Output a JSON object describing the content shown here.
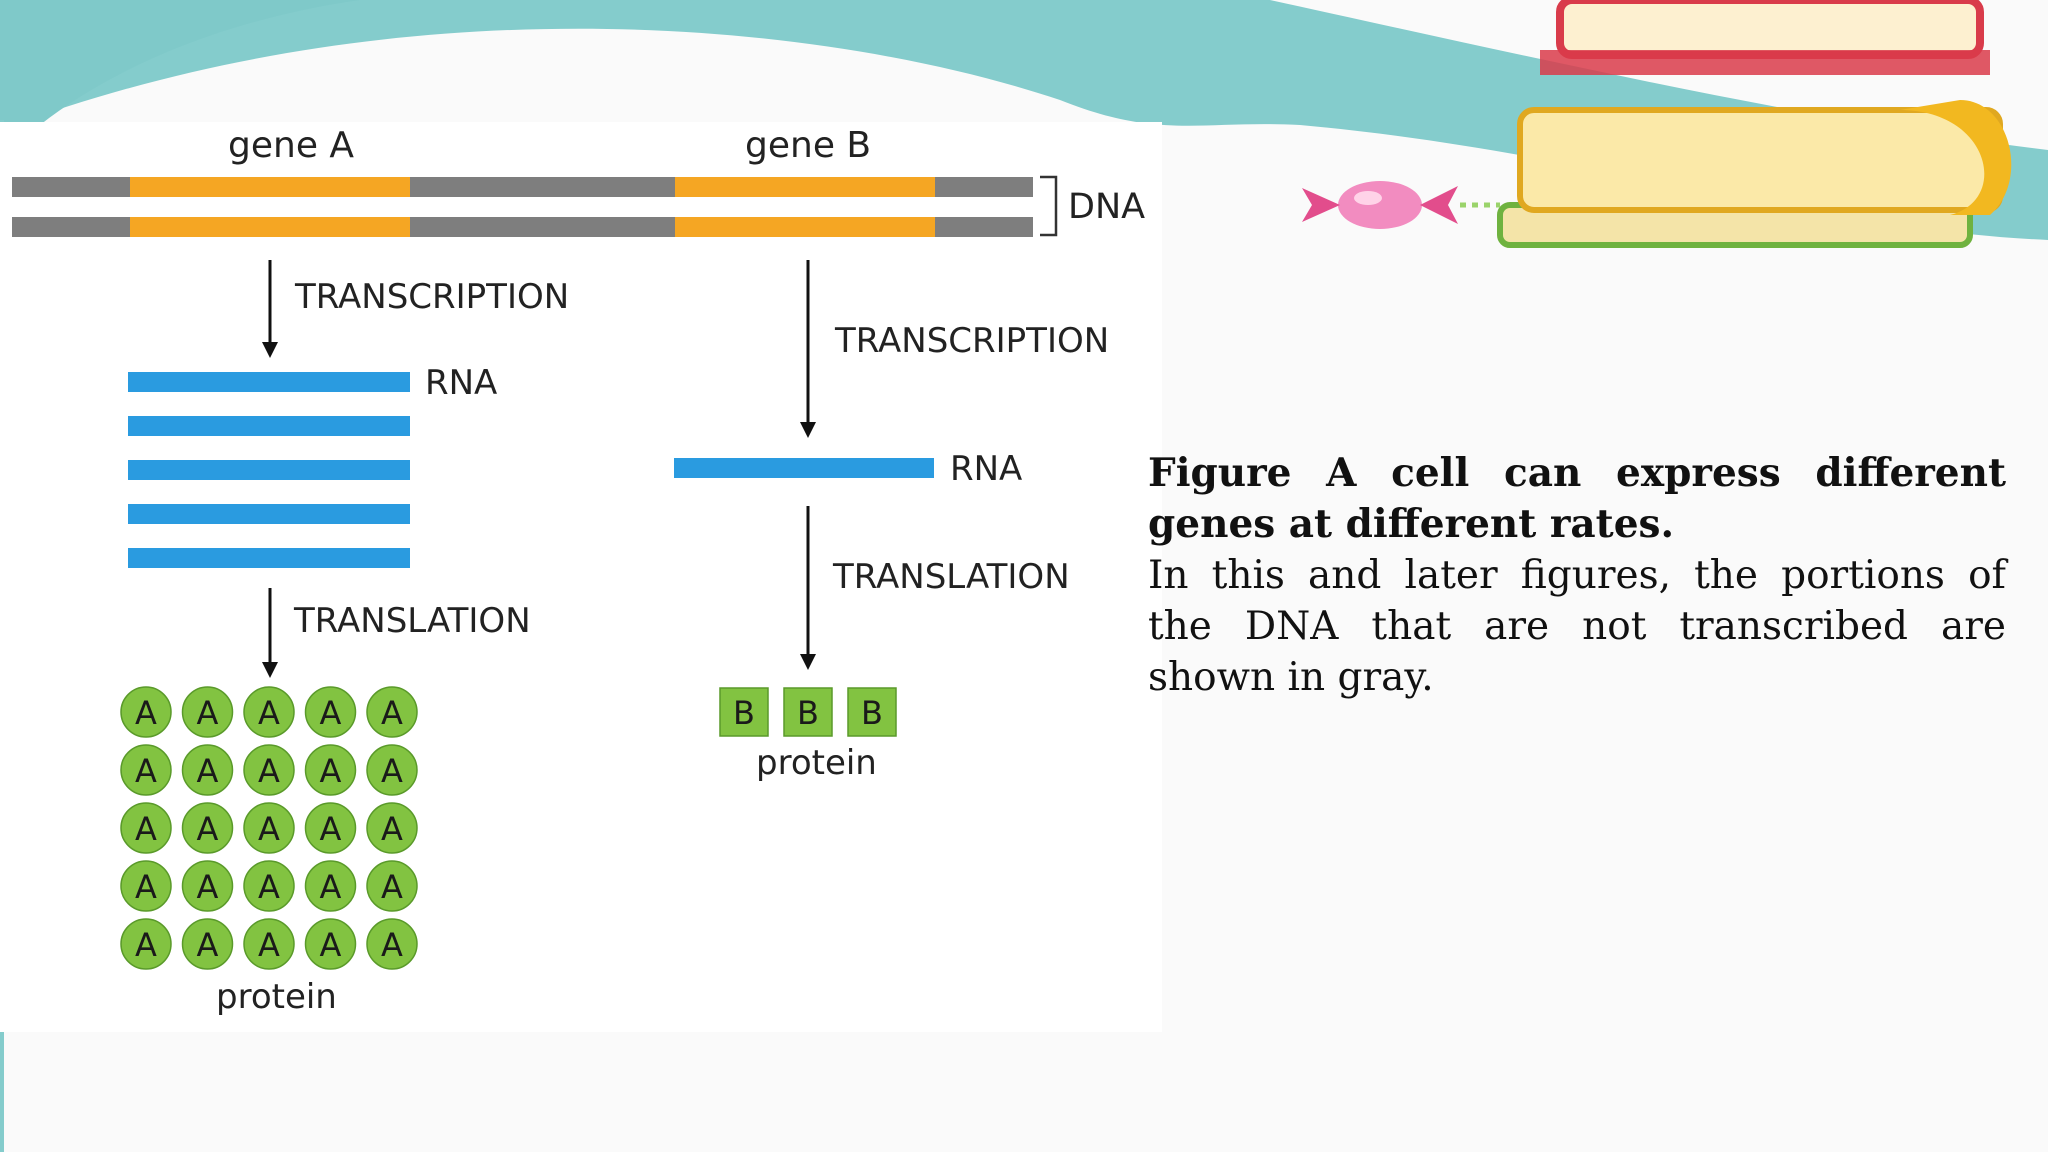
{
  "colors": {
    "gene": "#f5a623",
    "non_transcribed_dna": "#7e7e7e",
    "rna": "#2a9be0",
    "protein": "#82c341",
    "protein_border": "#5a9a2a",
    "wave": "#84cccc",
    "page_background": "#fafafa"
  },
  "diagram": {
    "gene_a_label": "gene A",
    "gene_b_label": "gene B",
    "dna_label": "DNA",
    "gene_a": {
      "transcription_label": "TRANSCRIPTION",
      "rna_label": "RNA",
      "translation_label": "TRANSLATION",
      "protein_label": "protein",
      "rna_copies": 5,
      "protein_letter": "A",
      "protein_count": 25
    },
    "gene_b": {
      "transcription_label": "TRANSCRIPTION",
      "rna_label": "RNA",
      "translation_label": "TRANSLATION",
      "protein_label": "protein",
      "rna_copies": 1,
      "protein_letter": "B",
      "protein_count": 3
    }
  },
  "caption": {
    "title": "Figure A cell can express different genes at different rates.",
    "body": "In this and later figures, the portions of the DNA that are not transcribed are shown in gray."
  },
  "decor": {
    "books_icon": "stacked-books",
    "candy_icon": "wrapped-candy"
  }
}
